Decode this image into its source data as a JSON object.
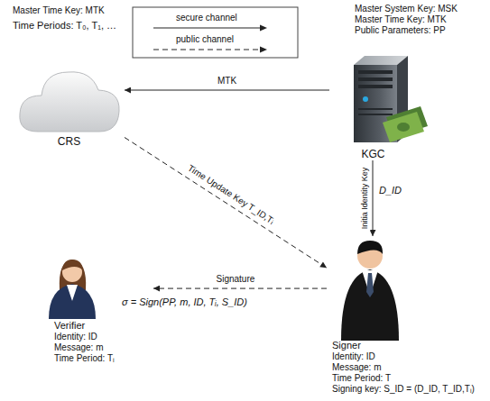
{
  "diagram": {
    "nodes": [
      {
        "text": [
          "CRS"
        ]
      },
      {
        "text": [
          "KGC"
        ]
      },
      {
        "text": [
          "Verifier",
          "Identity: ID",
          "Message: m",
          "Time Period: Tᵢ"
        ]
      },
      {
        "text": [
          "Signer",
          "Identity: ID",
          "Message: m",
          "Time Period: T",
          "Signing key: S_ID = (D_ID, T_ID,Tᵢ)"
        ]
      }
    ],
    "edges": [
      {
        "from": 1,
        "to": 0,
        "arrow": "to",
        "label": "MTK"
      },
      {
        "from": 0,
        "to": 3,
        "arrow": "to",
        "label": "Time Update Key T_ID,Tᵢ"
      },
      {
        "from": 1,
        "to": 3,
        "arrow": "to",
        "label": "Initia Identity Key"
      },
      {
        "from": 3,
        "to": 2,
        "arrow": "to",
        "label": "Signature"
      }
    ],
    "labels": [
      "Master Time Key: MTK",
      "Time Periods: T₀, T₁, …",
      "Master System Key: MSK",
      "Master Time Key: MTK",
      "Public Parameters: PP",
      "D_ID",
      "σ = Sign(PP, m, ID, Tᵢ, S_ID)"
    ],
    "legend": [
      {
        "text": "secure channel"
      },
      {
        "text": "public channel"
      }
    ]
  }
}
